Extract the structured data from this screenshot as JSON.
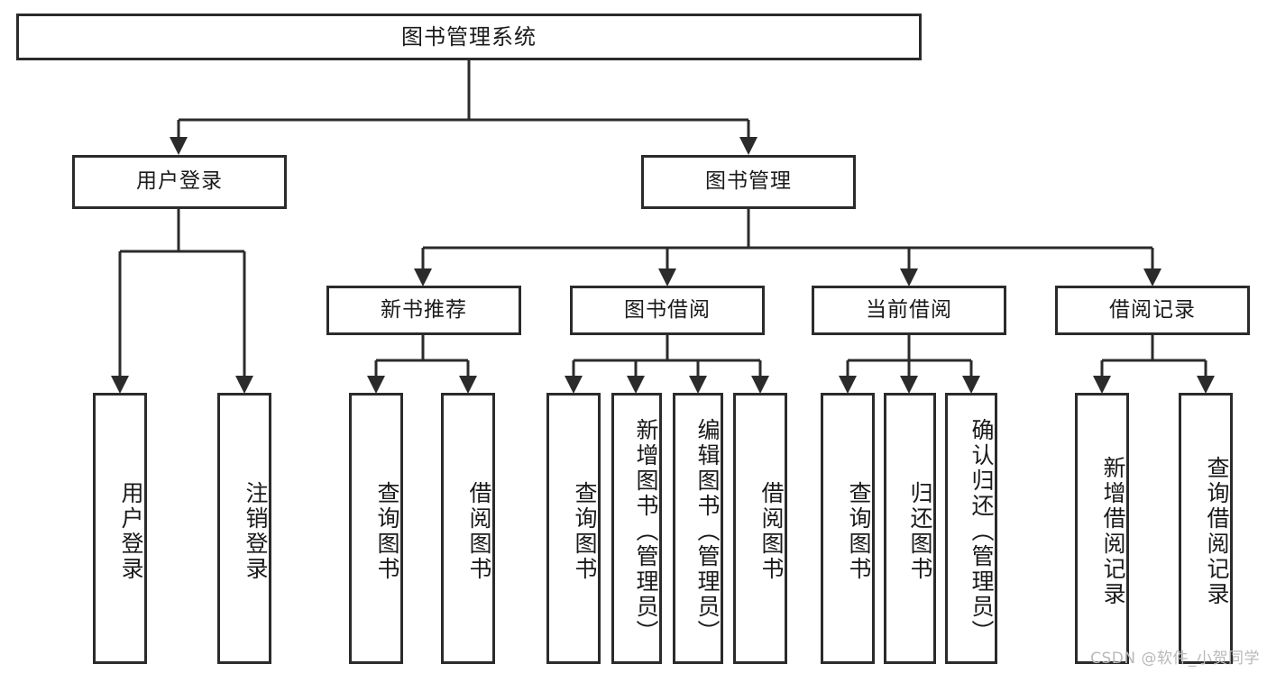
{
  "diagram": {
    "title": "图书管理系统",
    "type": "hierarchy-tree",
    "stroke_color": "#2b2b2b",
    "fill_color": "#ffffff",
    "text_color": "#1a1a1a"
  },
  "root": {
    "label": "图书管理系统"
  },
  "level2": [
    {
      "label": "用户登录"
    },
    {
      "label": "图书管理"
    }
  ],
  "level3": [
    {
      "label": "新书推荐"
    },
    {
      "label": "图书借阅"
    },
    {
      "label": "当前借阅"
    },
    {
      "label": "借阅记录"
    }
  ],
  "leaves": {
    "user_login": [
      {
        "label": "用户登录"
      },
      {
        "label": "注销登录"
      }
    ],
    "new_book_recommend": [
      {
        "label": "查询图书"
      },
      {
        "label": "借阅图书"
      }
    ],
    "book_borrow": [
      {
        "label": "查询图书"
      },
      {
        "label": "新增图书（管理员）"
      },
      {
        "label": "编辑图书（管理员）"
      },
      {
        "label": "借阅图书"
      }
    ],
    "current_borrow": [
      {
        "label": "查询图书"
      },
      {
        "label": "归还图书"
      },
      {
        "label": "确认归还（管理员）"
      }
    ],
    "borrow_record": [
      {
        "label": "新增借阅记录"
      },
      {
        "label": "查询借阅记录"
      }
    ]
  },
  "watermark": {
    "text": "CSDN @软件_小贺同学"
  }
}
